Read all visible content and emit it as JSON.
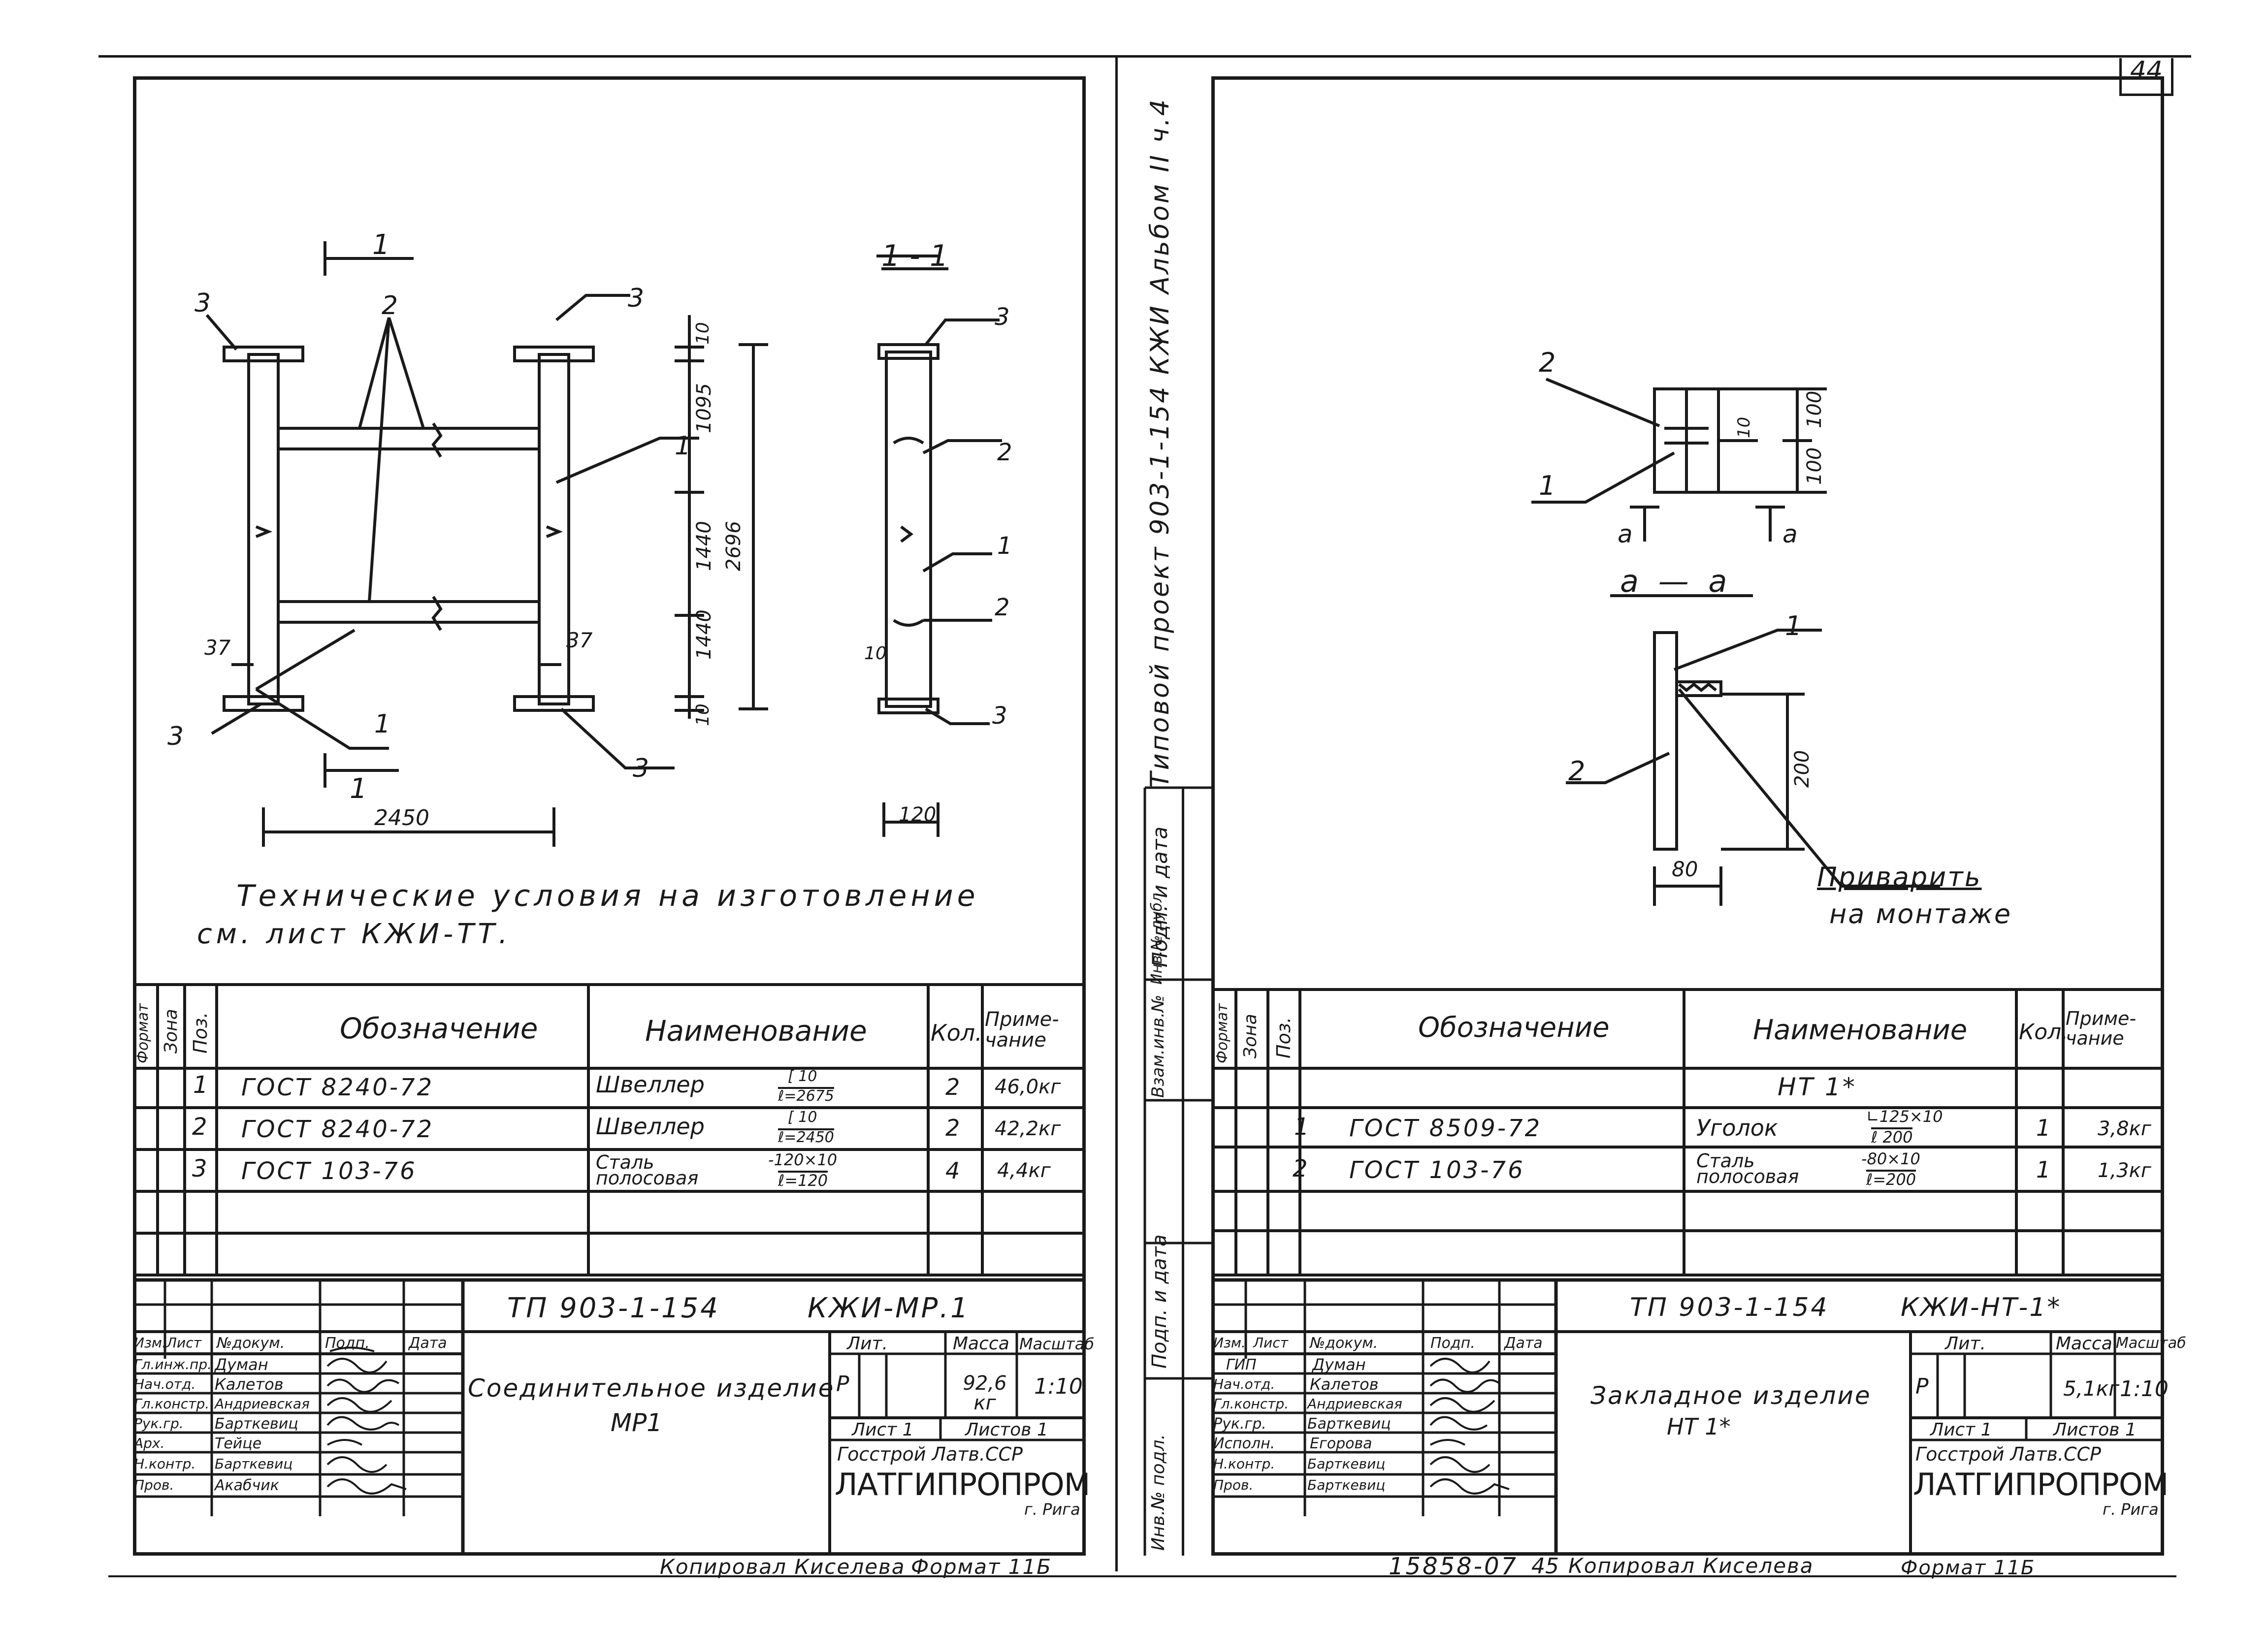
{
  "top_right_page_number": "44",
  "left_sheet": {
    "drawing_labels": {
      "section_mark_top": "1",
      "section_mark_bottom": "1",
      "section_title": "1 - 1",
      "callout_3_top_left": "3",
      "callout_3_bottom_left": "3",
      "callout_3_top_right": "3",
      "callout_3_bottom_right": "3",
      "callout_2_top": "2",
      "callout_1_mid": "1",
      "callout_1_bottom": "1",
      "dim_37_left": "37",
      "dim_37_right": "37",
      "dim_10_top": "10",
      "dim_1095": "1095",
      "dim_1440_a": "1440",
      "dim_1440_b": "1440",
      "dim_10_bottom": "10",
      "dim_2696": "2696",
      "dim_2450": "2450",
      "sec_callout_3_top": "3",
      "sec_callout_2_a": "2",
      "sec_callout_1": "1",
      "sec_callout_2_b": "2",
      "sec_dim_10": "10",
      "sec_callout_3_bottom": "3",
      "sec_dim_120": "120"
    },
    "note_line1": "Технические условия на изготовление",
    "note_line2": "см. лист КЖИ-ТТ.",
    "spec_headers": {
      "format": "Формат",
      "zone": "Зона",
      "pos": "Поз.",
      "designation": "Обозначение",
      "name": "Наименование",
      "qty": "Кол.",
      "note": "Приме-чание"
    },
    "spec_rows": [
      {
        "pos": "1",
        "designation": "ГОСТ 8240-72",
        "name": "Швеллер",
        "spec_top": "[ 10",
        "spec_bottom": "ℓ=2675",
        "qty": "2",
        "note": "46,0кг"
      },
      {
        "pos": "2",
        "designation": "ГОСТ 8240-72",
        "name": "Швеллер",
        "spec_top": "[ 10",
        "spec_bottom": "ℓ=2450",
        "qty": "2",
        "note": "42,2кг"
      },
      {
        "pos": "3",
        "designation": "ГОСТ 103-76",
        "name": "Сталь полосовая",
        "spec_top": "-120×10",
        "spec_bottom": "ℓ=120",
        "qty": "4",
        "note": "4,4кг"
      }
    ],
    "title_block": {
      "code_left": "ТП 903-1-154",
      "code_right": "КЖИ-МР.1",
      "sig_headers": [
        "Изм.",
        "Лист",
        "№докум.",
        "Подп.",
        "Дата"
      ],
      "roles": [
        "Гл.инж.пр.",
        "Нач.отд.",
        "Гл.констр.",
        "Рук.гр.",
        "Арх.",
        "Н.контр.",
        "Пров."
      ],
      "names": [
        "Думан",
        "Калетов",
        "Андриевская",
        "Барткевиц",
        "Тейце",
        "Барткевиц",
        "Акабчик"
      ],
      "product_name_line1": "Соединительное изделие",
      "product_name_line2": "МР1",
      "lit_label": "Лит.",
      "mass_label": "Масса",
      "scale_label": "Масштаб",
      "lit_value": "Р",
      "mass_value": "92,6 кг",
      "scale_value": "1:10",
      "sheet_label": "Лист 1",
      "sheets_label": "Листов 1",
      "org_line1": "Госстрой Латв.ССР",
      "org_line2": "ЛАТГИПРОПРОМ",
      "org_line3": "г. Рига"
    },
    "footer_copied": "Копировал Киселева",
    "footer_format": "Формат 11Б"
  },
  "stamp_vertical": {
    "album": "Типовой проект 903-1-154 КЖИ Альбом II ч.4",
    "boxes": [
      "Подп. и дата",
      "Взам.инв.№",
      "Инв.№ дубл.",
      "Подп. и дата",
      "Инв.№ подл."
    ]
  },
  "right_sheet": {
    "drawing_labels": {
      "callout_2_top": "2",
      "callout_1_top": "1",
      "dim_10": "10",
      "dim_100_a": "100",
      "dim_100_b": "100",
      "sec_mark_a_left": "a",
      "sec_mark_a_right": "a",
      "section_title": "a — a",
      "callout_1_sec": "1",
      "callout_2_sec": "2",
      "dim_200": "200",
      "dim_80": "80",
      "weld_note_line1": "Приварить",
      "weld_note_line2": "на монтаже"
    },
    "spec_headers": {
      "format": "Формат",
      "zone": "Зона",
      "pos": "Поз.",
      "designation": "Обозначение",
      "name": "Наименование",
      "qty": "Кол.",
      "note": "Приме-чание"
    },
    "group_title": "НТ 1*",
    "spec_rows": [
      {
        "pos": "1",
        "designation": "ГОСТ 8509-72",
        "name": "Уголок",
        "spec_top": "∟125×10",
        "spec_bottom": "ℓ 200",
        "qty": "1",
        "note": "3,8кг"
      },
      {
        "pos": "2",
        "designation": "ГОСТ 103-76",
        "name": "Сталь полосовая",
        "spec_top": "-80×10",
        "spec_bottom": "ℓ=200",
        "qty": "1",
        "note": "1,3кг"
      }
    ],
    "title_block": {
      "code_left": "ТП 903-1-154",
      "code_right": "КЖИ-НТ-1*",
      "sig_headers": [
        "Изм.",
        "Лист",
        "№докум.",
        "Подп.",
        "Дата"
      ],
      "roles": [
        "ГИП",
        "Нач.отд.",
        "Гл.констр.",
        "Рук.гр.",
        "Исполн.",
        "Н.контр.",
        "Пров."
      ],
      "names": [
        "Думан",
        "Калетов",
        "Андриевская",
        "Барткевиц",
        "Егорова",
        "Барткевиц",
        "Барткевиц"
      ],
      "product_name_line1": "Закладное изделие",
      "product_name_line2": "НТ 1*",
      "lit_label": "Лит.",
      "mass_label": "Масса",
      "scale_label": "Масштаб",
      "lit_value": "Р",
      "mass_value": "5,1кг",
      "scale_value": "1:10",
      "sheet_label": "Лист 1",
      "sheets_label": "Листов 1",
      "org_line1": "Госстрой Латв.ССР",
      "org_line2": "ЛАТГИПРОПРОМ",
      "org_line3": "г. Рига"
    },
    "footer_number": "15858-07",
    "footer_sheet": "45",
    "footer_copied": "Копировал Киселева",
    "footer_format": "Формат 11Б"
  }
}
